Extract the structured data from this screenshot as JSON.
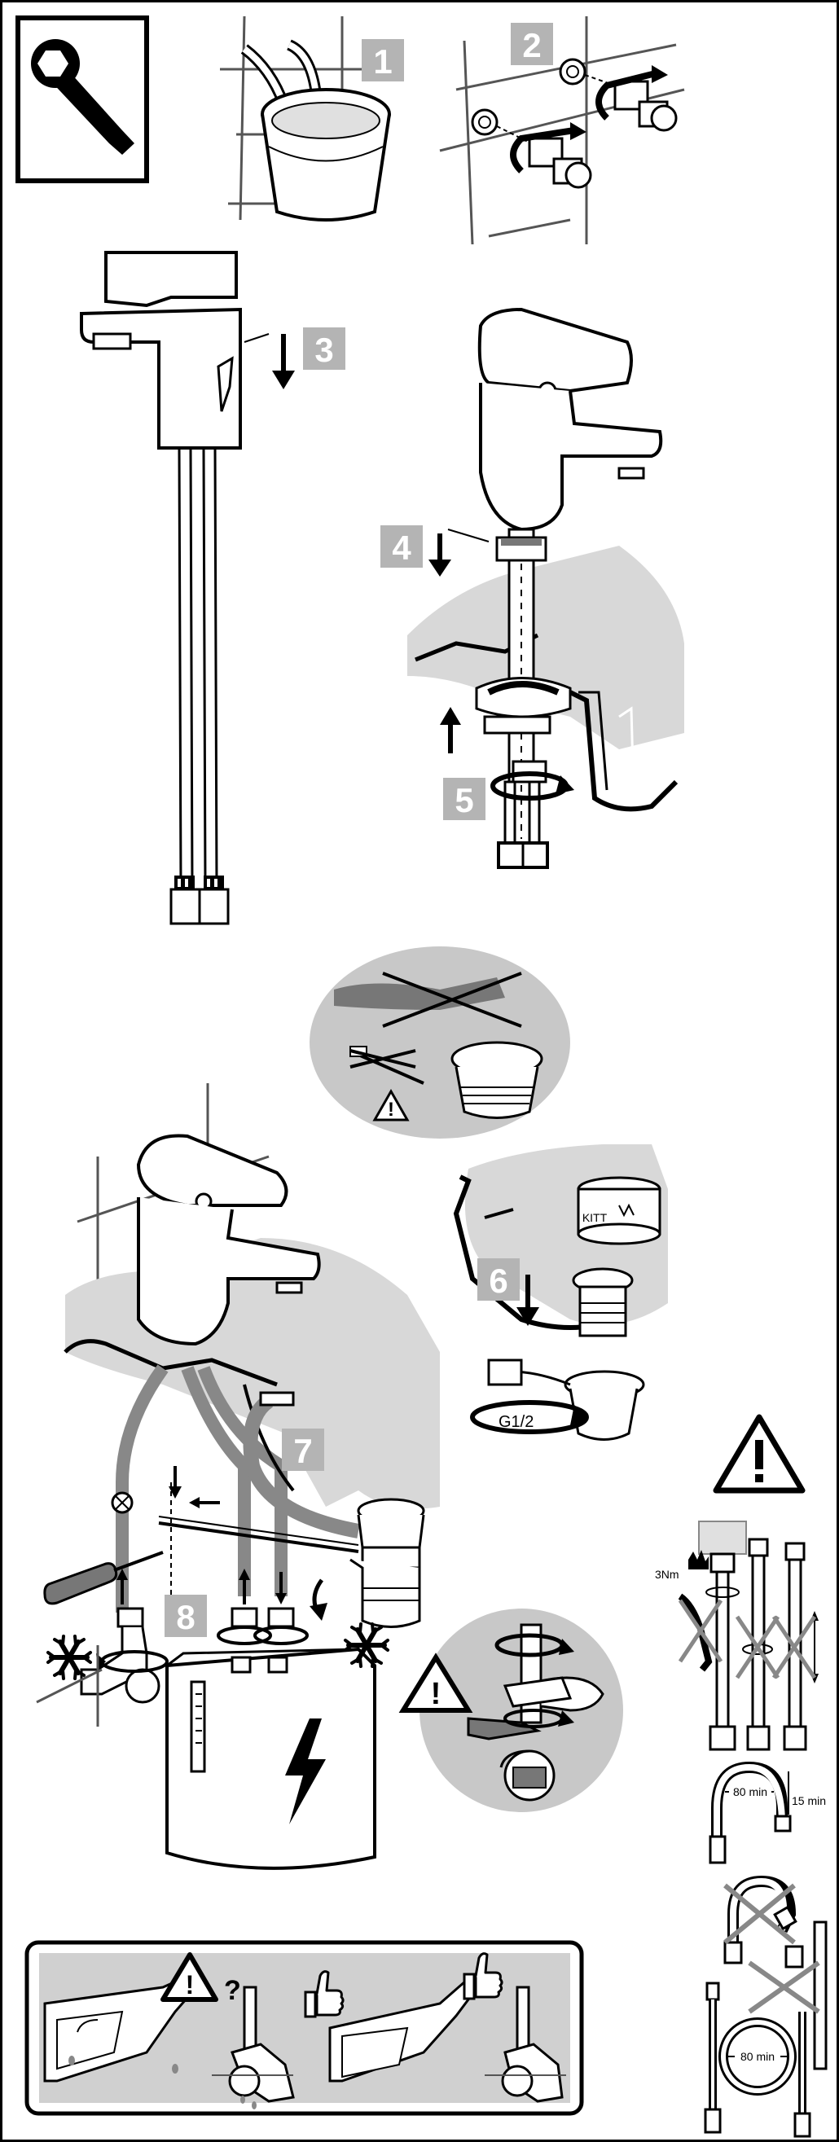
{
  "steps": [
    "1",
    "2",
    "3",
    "4",
    "5",
    "6",
    "7",
    "8"
  ],
  "labels": {
    "thread": "G1/2",
    "kitt": "KITT",
    "torque": "3Nm",
    "bend_radius_1": "80 min",
    "bend_radius_2": "80 min",
    "distance": "15 min",
    "question_mark": "?"
  },
  "icons": [
    "wrench-icon",
    "warning-icon",
    "snowflake-icon",
    "lightning-icon",
    "thumbs-up-icon"
  ],
  "colors": {
    "ink": "#1a1a1a",
    "step_box": "#b4b4b4",
    "surface": "#dcdcdc",
    "warning_bg": "#c8c8c8",
    "panel_bg": "#d0d0d0"
  }
}
